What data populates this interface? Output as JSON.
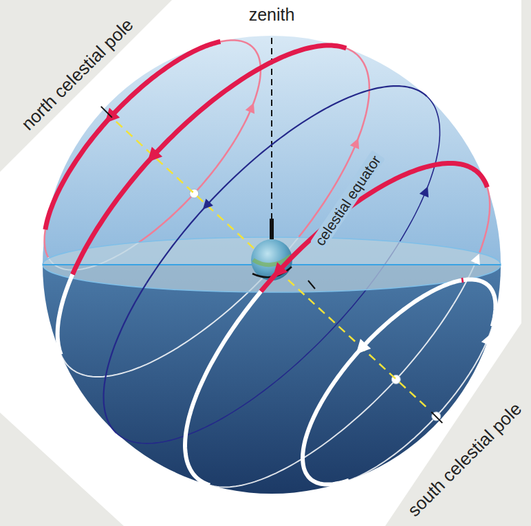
{
  "diagram": {
    "labels": [
      "zenith",
      "north celestial pole",
      "celestial equator",
      "south celestial pole"
    ]
  }
}
